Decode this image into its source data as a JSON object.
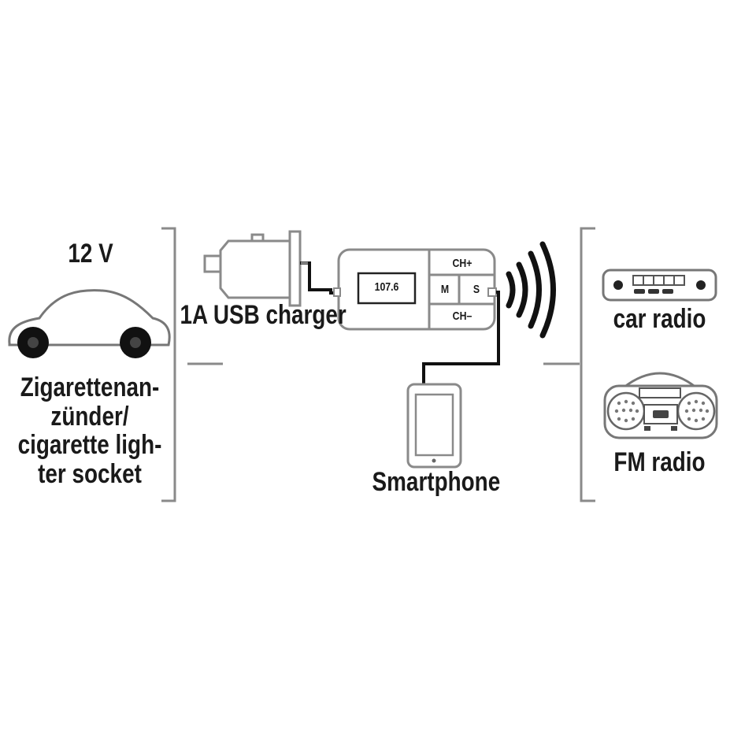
{
  "source": {
    "voltage": "12 V",
    "socket_label_lines": [
      "Zigarettenan-",
      "zünder/",
      "cigarette ligh-",
      "ter socket"
    ],
    "car_icon": "car-icon"
  },
  "charger": {
    "label": "1A USB charger",
    "icon": "usb-car-charger-icon"
  },
  "transmitter": {
    "frequency": "107.6",
    "buttons": {
      "ch_plus": "CH+",
      "m": "M",
      "s": "S",
      "ch_minus": "CH–"
    },
    "signal_icon": "radio-waves-icon"
  },
  "phone": {
    "label": "Smartphone",
    "icon": "smartphone-icon"
  },
  "receivers": {
    "car_radio": {
      "label": "car radio",
      "icon": "car-radio-icon"
    },
    "fm_radio": {
      "label": "FM radio",
      "icon": "boombox-icon"
    }
  },
  "colors": {
    "ink": "#1a1a1a",
    "bracket": "#8a8a8a",
    "outline": "#666666",
    "tire": "#111111"
  }
}
